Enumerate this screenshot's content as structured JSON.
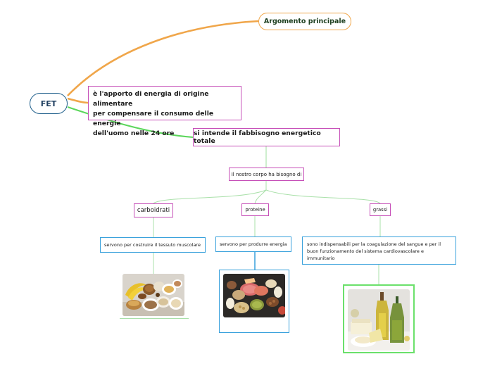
{
  "root": {
    "label": "FET"
  },
  "topic_main": {
    "label": "Argomento principale"
  },
  "definition": {
    "line1": "è l'apporto di energia di origine alimentare",
    "line2": "per compensare il consumo delle energie",
    "line3": "dell'uomo nelle 24 ore"
  },
  "fabbisogno": {
    "label": "si intende il fabbisogno energetico totale"
  },
  "corpo": {
    "label": "Il nostro corpo ha bisogno di"
  },
  "categories": {
    "carboidrati": {
      "label": "carboidrati",
      "description": "servono per costruire il tessuto muscolare"
    },
    "proteine": {
      "label": "proteine",
      "description": "servono per produrre energia"
    },
    "grassi": {
      "label": "grassi",
      "description_line1": "sono indispensabili per la coagulazione del sangue e per il",
      "description_line2": "buon funzionamento del sistema cardiovascolare e",
      "description_line3": "immunitario"
    }
  },
  "images": {
    "carboidrati": "carbohydrate-foods-photo",
    "proteine": "protein-foods-photo",
    "grassi": "oils-and-fats-photo"
  },
  "colors": {
    "orange_branch": "#f0a64a",
    "green_branch": "#6be06b",
    "magenta_border": "#c64fb8",
    "blue_border": "#39a1dc",
    "root_border": "#1f5f8b"
  }
}
